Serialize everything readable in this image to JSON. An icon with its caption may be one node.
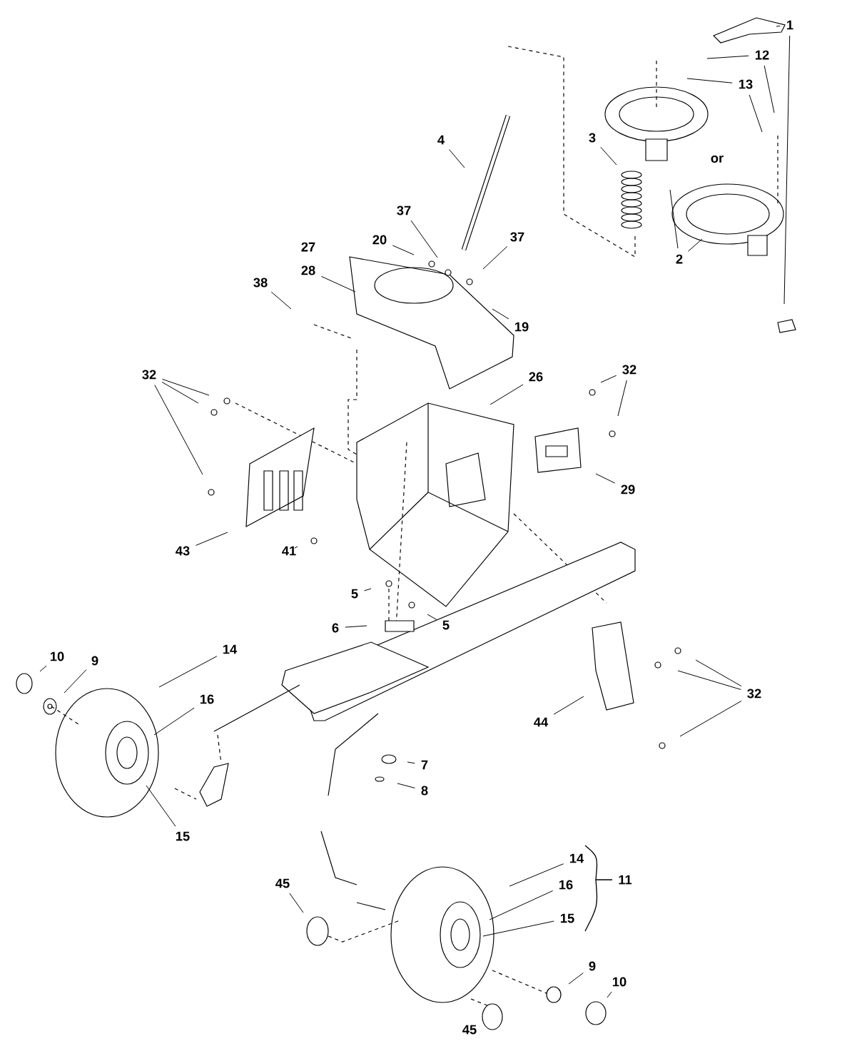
{
  "diagram": {
    "nodes": [
      {
        "text": [
          "1"
        ]
      },
      {
        "text": [
          "12"
        ]
      },
      {
        "text": [
          "13"
        ]
      },
      {
        "text": [
          "4"
        ]
      },
      {
        "text": [
          "3"
        ]
      },
      {
        "text": [
          "37"
        ]
      },
      {
        "text": [
          "37"
        ]
      },
      {
        "text": [
          "20"
        ]
      },
      {
        "text": [
          "2"
        ]
      },
      {
        "text": [
          "28"
        ]
      },
      {
        "text": [
          "38"
        ]
      },
      {
        "text": [
          "19"
        ]
      },
      {
        "text": [
          "32"
        ]
      },
      {
        "text": [
          "32"
        ]
      },
      {
        "text": [
          "26"
        ]
      },
      {
        "text": [
          "29"
        ]
      },
      {
        "text": [
          "43"
        ]
      },
      {
        "text": [
          "41"
        ]
      },
      {
        "text": [
          "5"
        ]
      },
      {
        "text": [
          "5"
        ]
      },
      {
        "text": [
          "6"
        ]
      },
      {
        "text": [
          "14"
        ]
      },
      {
        "text": [
          "10"
        ]
      },
      {
        "text": [
          "9"
        ]
      },
      {
        "text": [
          "32"
        ]
      },
      {
        "text": [
          "16"
        ]
      },
      {
        "text": [
          "44"
        ]
      },
      {
        "text": [
          "7"
        ]
      },
      {
        "text": [
          "8"
        ]
      },
      {
        "text": [
          "15"
        ]
      },
      {
        "text": [
          "14"
        ]
      },
      {
        "text": [
          "45"
        ]
      },
      {
        "text": [
          "16"
        ]
      },
      {
        "text": [
          "15"
        ]
      },
      {
        "text": [
          "9"
        ]
      },
      {
        "text": [
          "10"
        ]
      }
    ],
    "edges": [
      {
        "from": 0,
        "to": null,
        "arrow": "none"
      },
      {
        "from": 0,
        "to": null,
        "arrow": "none"
      },
      {
        "from": 1,
        "to": null,
        "arrow": "none"
      },
      {
        "from": 1,
        "to": null,
        "arrow": "none"
      },
      {
        "from": 2,
        "to": null,
        "arrow": "none"
      },
      {
        "from": 2,
        "to": null,
        "arrow": "none"
      },
      {
        "from": 3,
        "to": null,
        "arrow": "none"
      },
      {
        "from": 4,
        "to": null,
        "arrow": "none"
      },
      {
        "from": 5,
        "to": null,
        "arrow": "none"
      },
      {
        "from": 6,
        "to": null,
        "arrow": "none"
      },
      {
        "from": 7,
        "to": null,
        "arrow": "none"
      },
      {
        "from": 8,
        "to": null,
        "arrow": "none"
      },
      {
        "from": 8,
        "to": null,
        "arrow": "none"
      },
      {
        "from": 9,
        "to": null,
        "arrow": "none"
      },
      {
        "from": 10,
        "to": null,
        "arrow": "none"
      },
      {
        "from": 11,
        "to": null,
        "arrow": "none"
      },
      {
        "from": 12,
        "to": null,
        "arrow": "none"
      },
      {
        "from": 12,
        "to": null,
        "arrow": "none"
      },
      {
        "from": 13,
        "to": null,
        "arrow": "none"
      },
      {
        "from": 13,
        "to": null,
        "arrow": "none"
      },
      {
        "from": 13,
        "to": null,
        "arrow": "none"
      },
      {
        "from": 14,
        "to": null,
        "arrow": "none"
      },
      {
        "from": 15,
        "to": null,
        "arrow": "none"
      },
      {
        "from": 16,
        "to": null,
        "arrow": "none"
      },
      {
        "from": 17,
        "to": null,
        "arrow": "none"
      },
      {
        "from": 18,
        "to": null,
        "arrow": "none"
      },
      {
        "from": 19,
        "to": null,
        "arrow": "none"
      },
      {
        "from": 20,
        "to": null,
        "arrow": "none"
      },
      {
        "from": 21,
        "to": null,
        "arrow": "none"
      },
      {
        "from": 22,
        "to": null,
        "arrow": "none"
      },
      {
        "from": 23,
        "to": null,
        "arrow": "none"
      },
      {
        "from": 24,
        "to": null,
        "arrow": "none"
      },
      {
        "from": 24,
        "to": null,
        "arrow": "none"
      },
      {
        "from": 24,
        "to": null,
        "arrow": "none"
      },
      {
        "from": 25,
        "to": null,
        "arrow": "none"
      },
      {
        "from": 26,
        "to": null,
        "arrow": "none"
      },
      {
        "from": 27,
        "to": null,
        "arrow": "none"
      },
      {
        "from": 28,
        "to": null,
        "arrow": "none"
      },
      {
        "from": 29,
        "to": null,
        "arrow": "none"
      },
      {
        "from": 30,
        "to": null,
        "arrow": "none"
      },
      {
        "from": 31,
        "to": null,
        "arrow": "none"
      },
      {
        "from": 32,
        "to": null,
        "arrow": "none"
      },
      {
        "from": 33,
        "to": null,
        "arrow": "none"
      },
      {
        "from": 34,
        "to": null,
        "arrow": "none"
      },
      {
        "from": 35,
        "to": null,
        "arrow": "none"
      }
    ],
    "labels": [
      "or",
      "27",
      "11",
      "45"
    ]
  }
}
